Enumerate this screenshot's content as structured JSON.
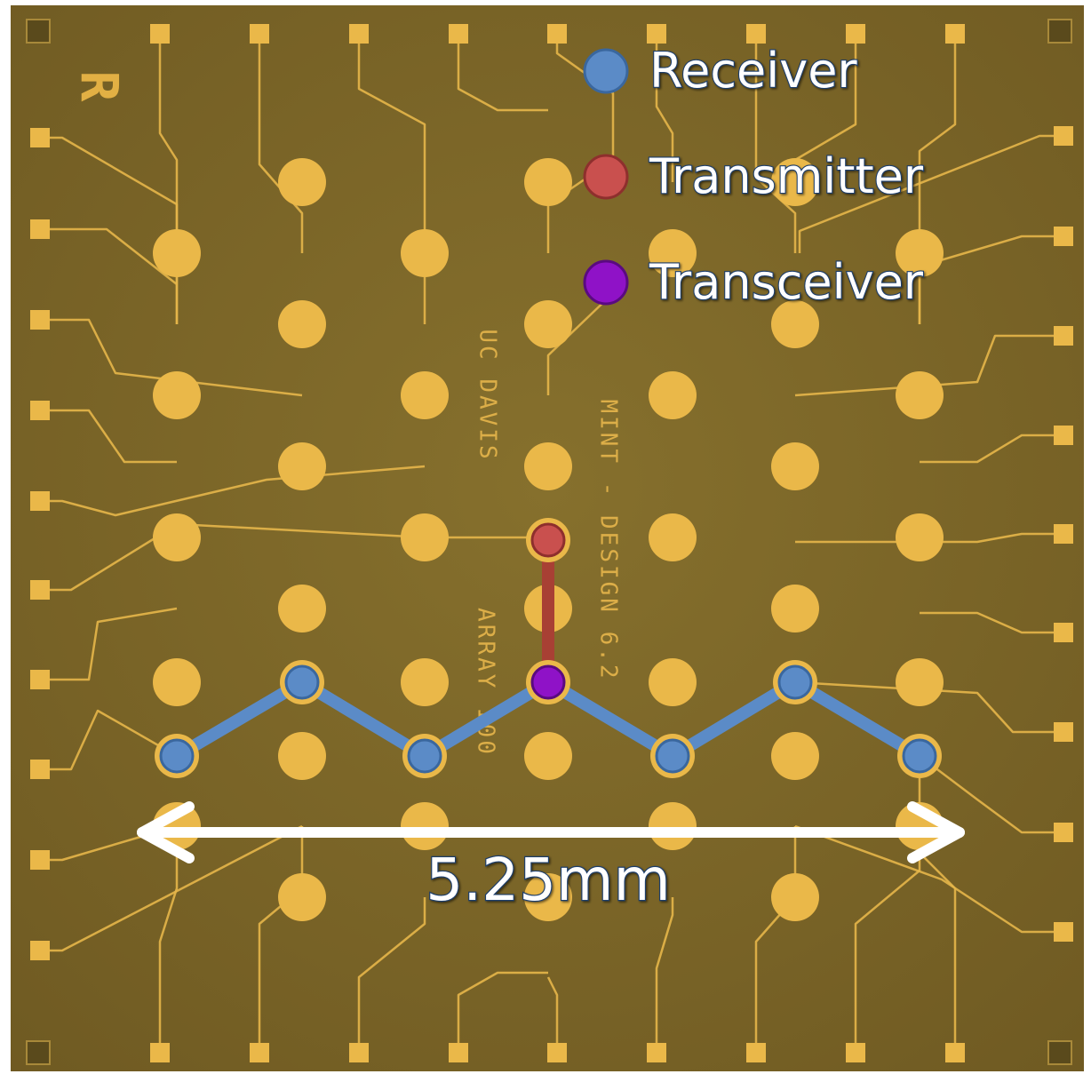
{
  "colors": {
    "substrate": "#7c6528",
    "substrate_edge": "#6d5720",
    "metal": "#eab849",
    "trace": "#e6b64a",
    "receiver": "#5b8bc7",
    "receiver_edge": "#3a679e",
    "transmitter": "#c9504e",
    "transmitter_edge": "#8e2f2d",
    "transceiver": "#8f12c7",
    "transceiver_edge": "#5a0a80",
    "receiver_path": "#5b8bc7",
    "transmitter_path": "#a84034",
    "text_fill": "#ffffff",
    "text_stroke": "#1d3d6b",
    "arrow": "#ffffff"
  },
  "chip_markings": {
    "corner_letter": "R",
    "label_institution": "UC DAVIS",
    "label_design": "MINT - DESIGN 6.2",
    "label_array": "ARRAY 100"
  },
  "legend": [
    {
      "label": "Receiver",
      "type": "receiver",
      "icon": "receiver-dot"
    },
    {
      "label": "Transmitter",
      "type": "transmitter",
      "icon": "transmitter-dot"
    },
    {
      "label": "Transceiver",
      "type": "transceiver",
      "icon": "transceiver-dot"
    }
  ],
  "scale_bar": {
    "label": "5.25mm"
  }
}
